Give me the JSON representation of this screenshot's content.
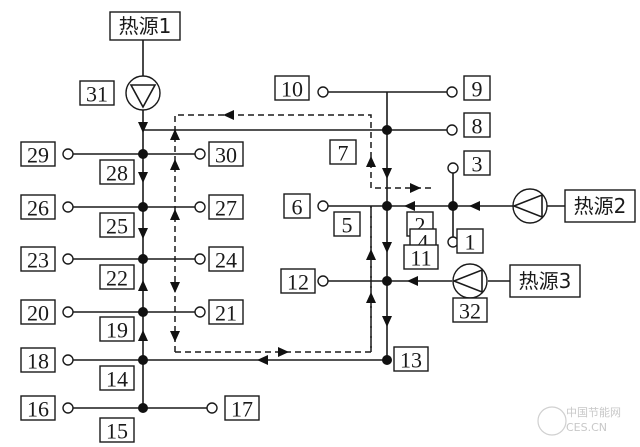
{
  "diagram": {
    "sources": {
      "source1": "热源1",
      "source2": "热源2",
      "source3": "热源3"
    },
    "labels": {
      "n1": "1",
      "n2": "2",
      "n3": "3",
      "n4": "4",
      "n5": "5",
      "n6": "6",
      "n7": "7",
      "n8": "8",
      "n9": "9",
      "n10": "10",
      "n11": "11",
      "n12": "12",
      "n13": "13",
      "n14": "14",
      "n15": "15",
      "n16": "16",
      "n17": "17",
      "n18": "18",
      "n19": "19",
      "n20": "20",
      "n21": "21",
      "n22": "22",
      "n23": "23",
      "n24": "24",
      "n25": "25",
      "n26": "26",
      "n27": "27",
      "n28": "28",
      "n29": "29",
      "n30": "30",
      "n31": "31",
      "n32": "32"
    },
    "pumps": [
      {
        "id": "31",
        "source": "热源1",
        "direction": "down"
      },
      {
        "id": "1",
        "source": "热源2",
        "direction": "left"
      },
      {
        "id": "32",
        "source": "热源3",
        "direction": "left"
      }
    ]
  },
  "watermark": {
    "line1": "中国节能网",
    "line2": "CES.CN"
  }
}
